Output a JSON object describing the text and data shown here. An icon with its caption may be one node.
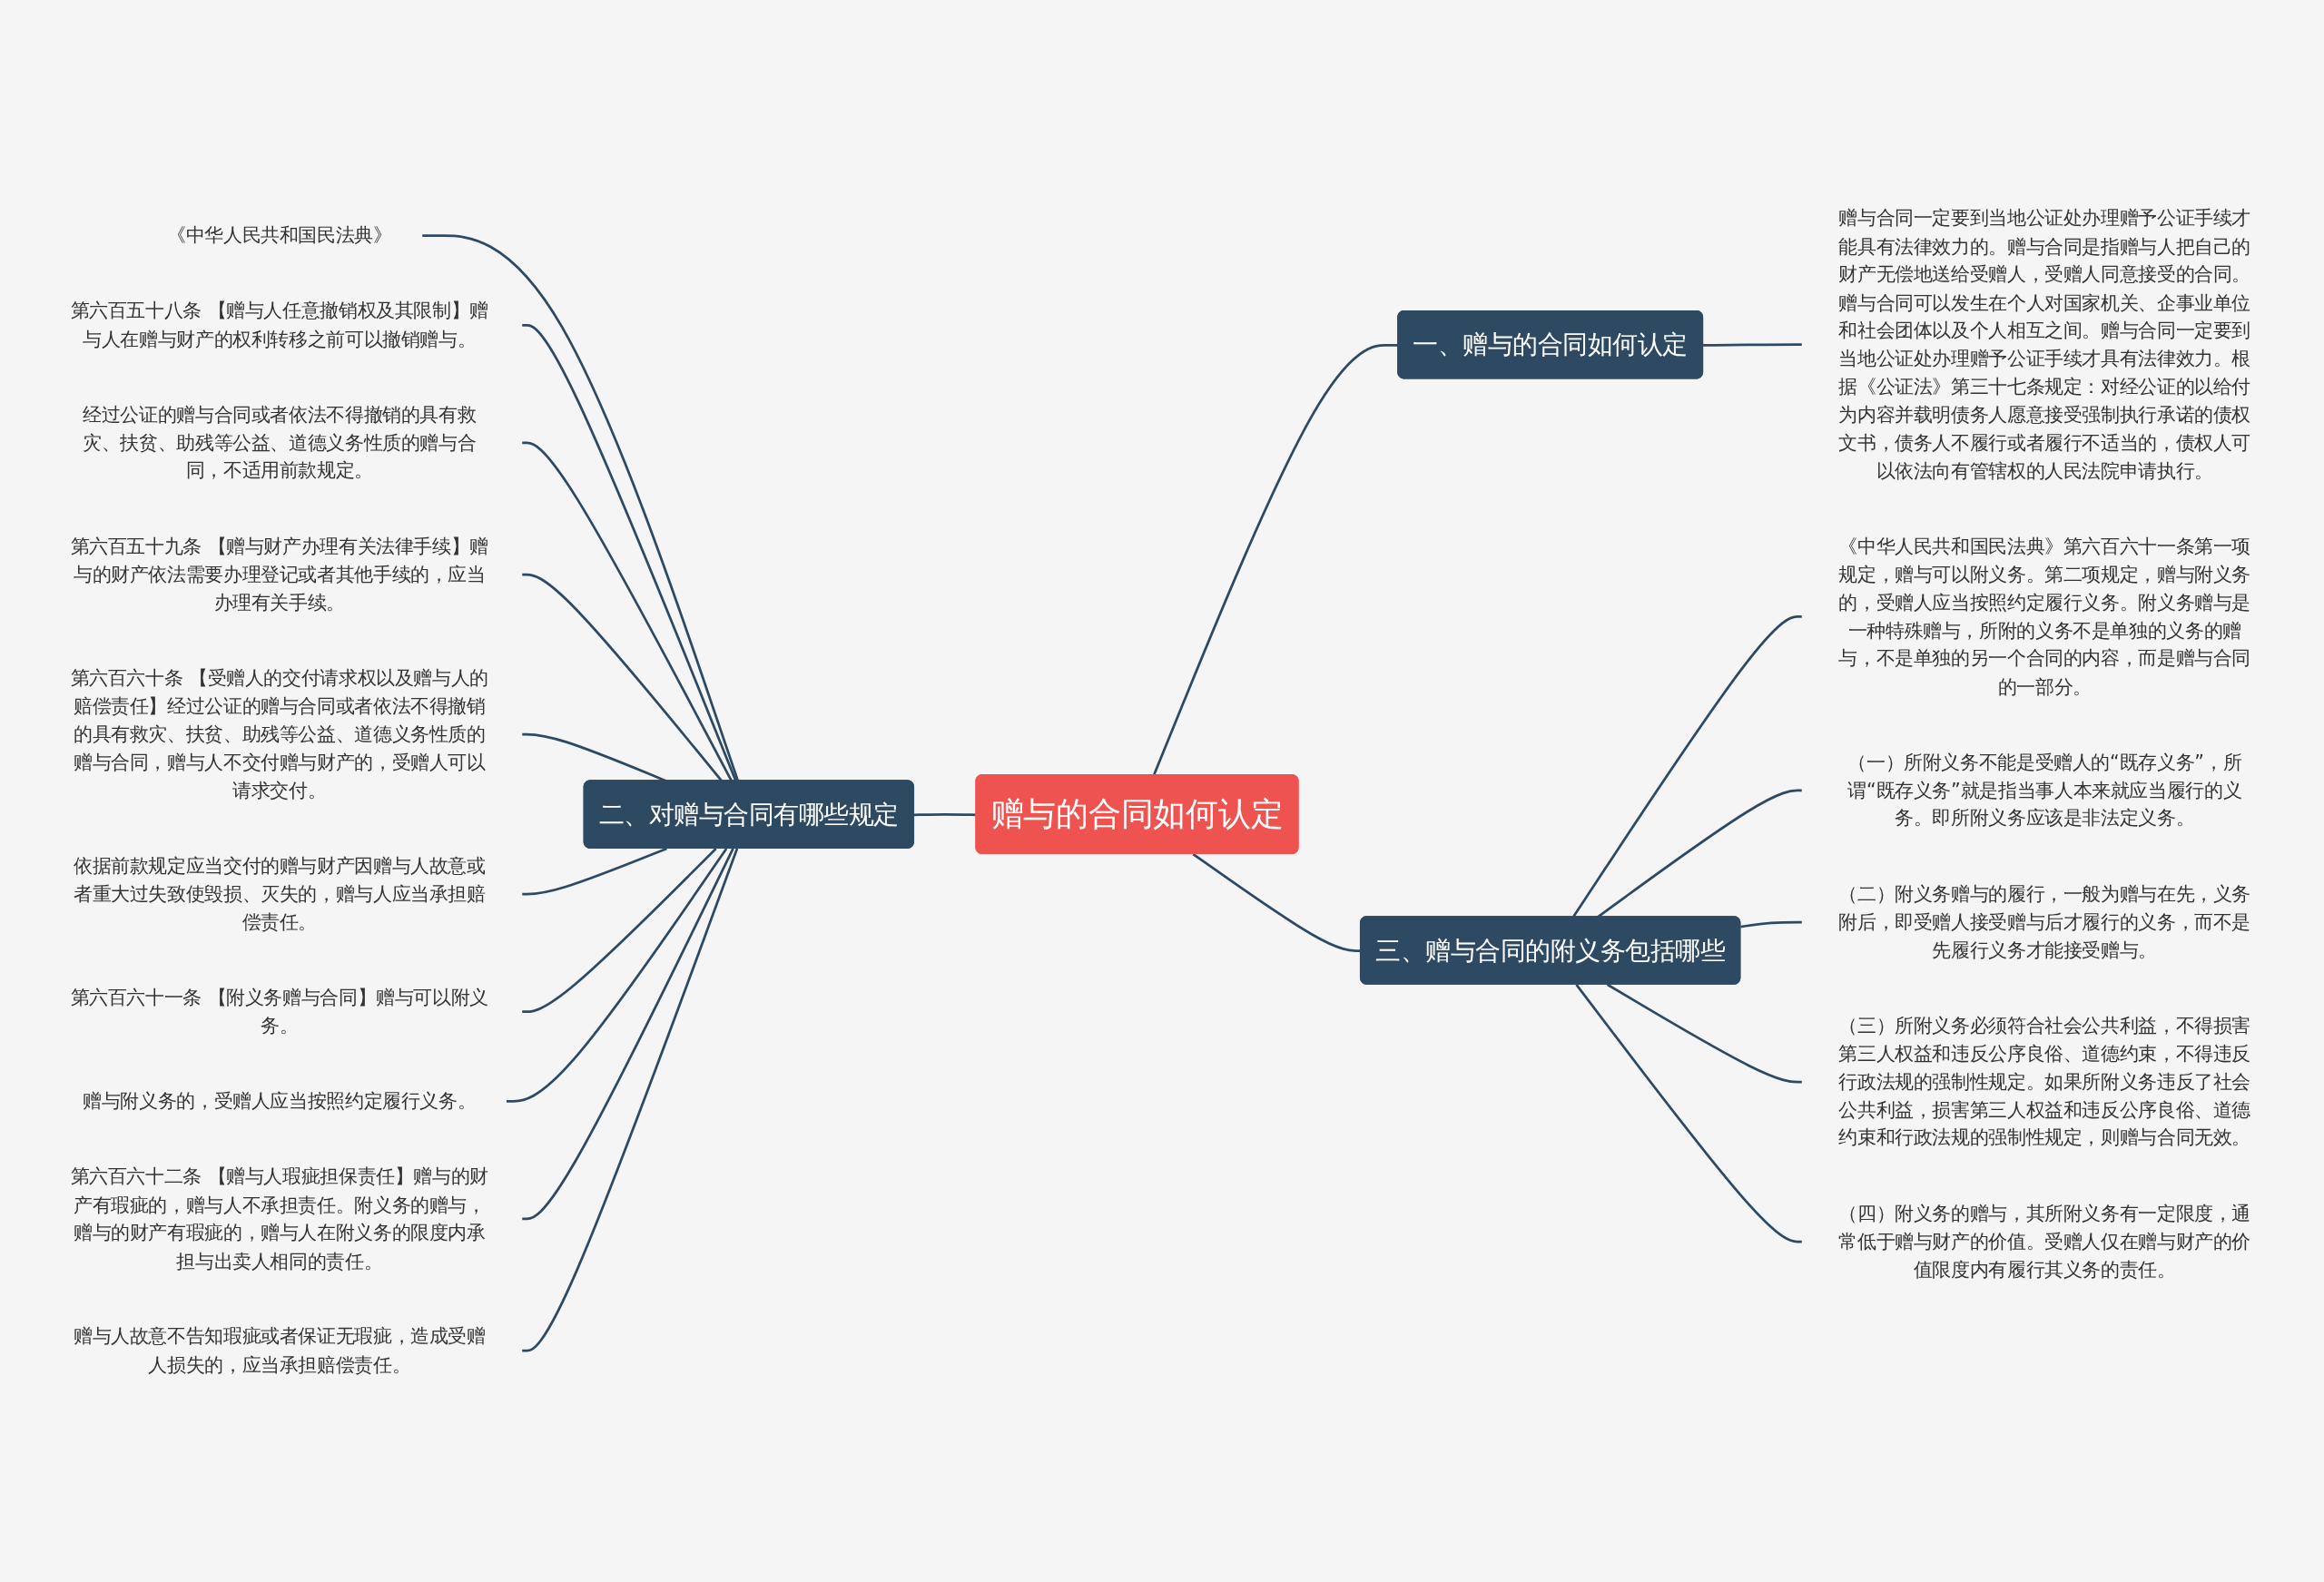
{
  "diagram": {
    "nodes": [
      {
        "text": [
          "赠与的合同如何认定"
        ]
      },
      {
        "text": [
          "一、赠与的合同如何认定"
        ]
      },
      {
        "text": [
          "赠与合同一定要到当地公证处办理赠予公证手续才能具有法律效力的。赠与合同是指赠与人把自己的财产无偿地送给受赠人，受赠人同意接受的合同。赠与合同可以发生在个人对国家机关、企事业单位和社会团体以及个人相互之间。赠与合同一定要到当地公证处办理赠予公证手续才具有法律效力。根据《公证法》第三十七条规定：对经公证的以给付为内容并载明债务人愿意接受强制执行承诺的债权文书，债务人不履行或者履行不适当的，债权人可以依法向有管辖权的人民法院申请执行。"
        ]
      },
      {
        "text": [
          "二、对赠与合同有哪些规定"
        ]
      },
      {
        "text": [
          "《中华人民共和国民法典》"
        ]
      },
      {
        "text": [
          "第六百五十八条 【赠与人任意撤销权及其限制】赠与人在赠与财产的权利转移之前可以撤销赠与。"
        ]
      },
      {
        "text": [
          "经过公证的赠与合同或者依法不得撤销的具有救灾、扶贫、助残等公益、道德义务性质的赠与合同，不适用前款规定。"
        ]
      },
      {
        "text": [
          "第六百五十九条 【赠与财产办理有关法律手续】赠与的财产依法需要办理登记或者其他手续的，应当办理有关手续。"
        ]
      },
      {
        "text": [
          "第六百六十条 【受赠人的交付请求权以及赠与人的赔偿责任】经过公证的赠与合同或者依法不得撤销的具有救灾、扶贫、助残等公益、道德义务性质的赠与合同，赠与人不交付赠与财产的，受赠人可以请求交付。"
        ]
      },
      {
        "text": [
          "依据前款规定应当交付的赠与财产因赠与人故意或者重大过失致使毁损、灭失的，赠与人应当承担赔偿责任。"
        ]
      },
      {
        "text": [
          "第六百六十一条 【附义务赠与合同】赠与可以附义务。"
        ]
      },
      {
        "text": [
          "赠与附义务的，受赠人应当按照约定履行义务。"
        ]
      },
      {
        "text": [
          "第六百六十二条 【赠与人瑕疵担保责任】赠与的财产有瑕疵的，赠与人不承担责任。附义务的赠与，赠与的财产有瑕疵的，赠与人在附义务的限度内承担与出卖人相同的责任。"
        ]
      },
      {
        "text": [
          "赠与人故意不告知瑕疵或者保证无瑕疵，造成受赠人损失的，应当承担赔偿责任。"
        ]
      },
      {
        "text": [
          "三、赠与合同的附义务包括哪些"
        ]
      },
      {
        "text": [
          "《中华人民共和国民法典》第六百六十一条第一项规定，赠与可以附义务。第二项规定，赠与附义务的，受赠人应当按照约定履行义务。附义务赠与是一种特殊赠与，所附的义务不是单独的义务的赠与，不是单独的另一个合同的内容，而是赠与合同的一部分。"
        ]
      },
      {
        "text": [
          "（一）所附义务不能是受赠人的“既存义务”，所谓“既存义务”就是指当事人本来就应当履行的义务。即所附义务应该是非法定义务。"
        ]
      },
      {
        "text": [
          "（二）附义务赠与的履行，一般为赠与在先，义务附后，即受赠人接受赠与后才履行的义务，而不是先履行义务才能接受赠与。"
        ]
      },
      {
        "text": [
          "（三）所附义务必须符合社会公共利益，不得损害第三人权益和违反公序良俗、道德约束，不得违反行政法规的强制性规定。如果所附义务违反了社会公共利益，损害第三人权益和违反公序良俗、道德约束和行政法规的强制性规定，则赠与合同无效。"
        ]
      },
      {
        "text": [
          "（四）附义务的赠与，其所附义务有一定限度，通常低于赠与财产的价值。受赠人仅在赠与财产的价值限度内有履行其义务的责任。"
        ]
      }
    ],
    "edges": [
      {
        "from": 0,
        "to": 1,
        "arrow": "none"
      },
      {
        "from": 1,
        "to": 2,
        "arrow": "none"
      },
      {
        "from": 0,
        "to": 3,
        "arrow": "none"
      },
      {
        "from": 3,
        "to": 4,
        "arrow": "none"
      },
      {
        "from": 3,
        "to": 5,
        "arrow": "none"
      },
      {
        "from": 3,
        "to": 6,
        "arrow": "none"
      },
      {
        "from": 3,
        "to": 7,
        "arrow": "none"
      },
      {
        "from": 3,
        "to": 8,
        "arrow": "none"
      },
      {
        "from": 3,
        "to": 9,
        "arrow": "none"
      },
      {
        "from": 3,
        "to": 10,
        "arrow": "none"
      },
      {
        "from": 3,
        "to": 11,
        "arrow": "none"
      },
      {
        "from": 3,
        "to": 12,
        "arrow": "none"
      },
      {
        "from": 3,
        "to": 13,
        "arrow": "none"
      },
      {
        "from": 0,
        "to": 14,
        "arrow": "none"
      },
      {
        "from": 14,
        "to": 15,
        "arrow": "none"
      },
      {
        "from": 14,
        "to": 16,
        "arrow": "none"
      },
      {
        "from": 14,
        "to": 17,
        "arrow": "none"
      },
      {
        "from": 14,
        "to": 18,
        "arrow": "none"
      },
      {
        "from": 14,
        "to": 19,
        "arrow": "none"
      }
    ]
  }
}
